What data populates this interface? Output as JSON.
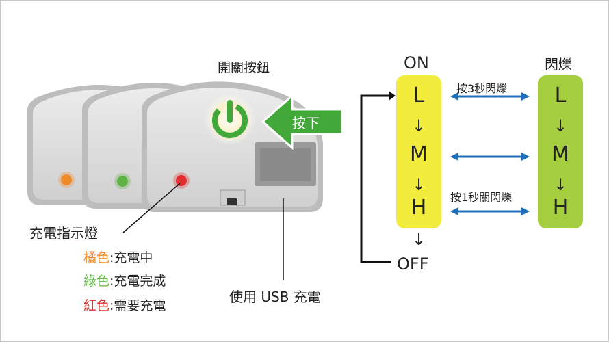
{
  "power_button": {
    "title": "開關按鈕",
    "press_label": "按下"
  },
  "charge_indicator": {
    "title": "充電指示燈",
    "rows": [
      {
        "color_name": "橘色",
        "sep": ":",
        "meaning": "充電中",
        "color": "#f08a2a"
      },
      {
        "color_name": "綠色",
        "sep": ":",
        "meaning": "充電完成",
        "color": "#5fb444"
      },
      {
        "color_name": "紅色",
        "sep": ":",
        "meaning": "需要充電",
        "color": "#e03030"
      }
    ]
  },
  "usb": {
    "label": "使用 USB 充電"
  },
  "modes": {
    "on_label": "ON",
    "off_label": "OFF",
    "flash_label": "閃爍",
    "steady": [
      "L",
      "M",
      "H"
    ],
    "flash": [
      "L",
      "M",
      "H"
    ],
    "hold3_label": "按3秒閃爍",
    "hold1_label": "按1秒關閃爍",
    "down_arrow": "↓"
  },
  "colors": {
    "accent_green": "#43a83a",
    "steady_pill": "#f2ec3d",
    "flash_pill": "#a6cf3f",
    "arrow_blue": "#1f6fb8"
  }
}
